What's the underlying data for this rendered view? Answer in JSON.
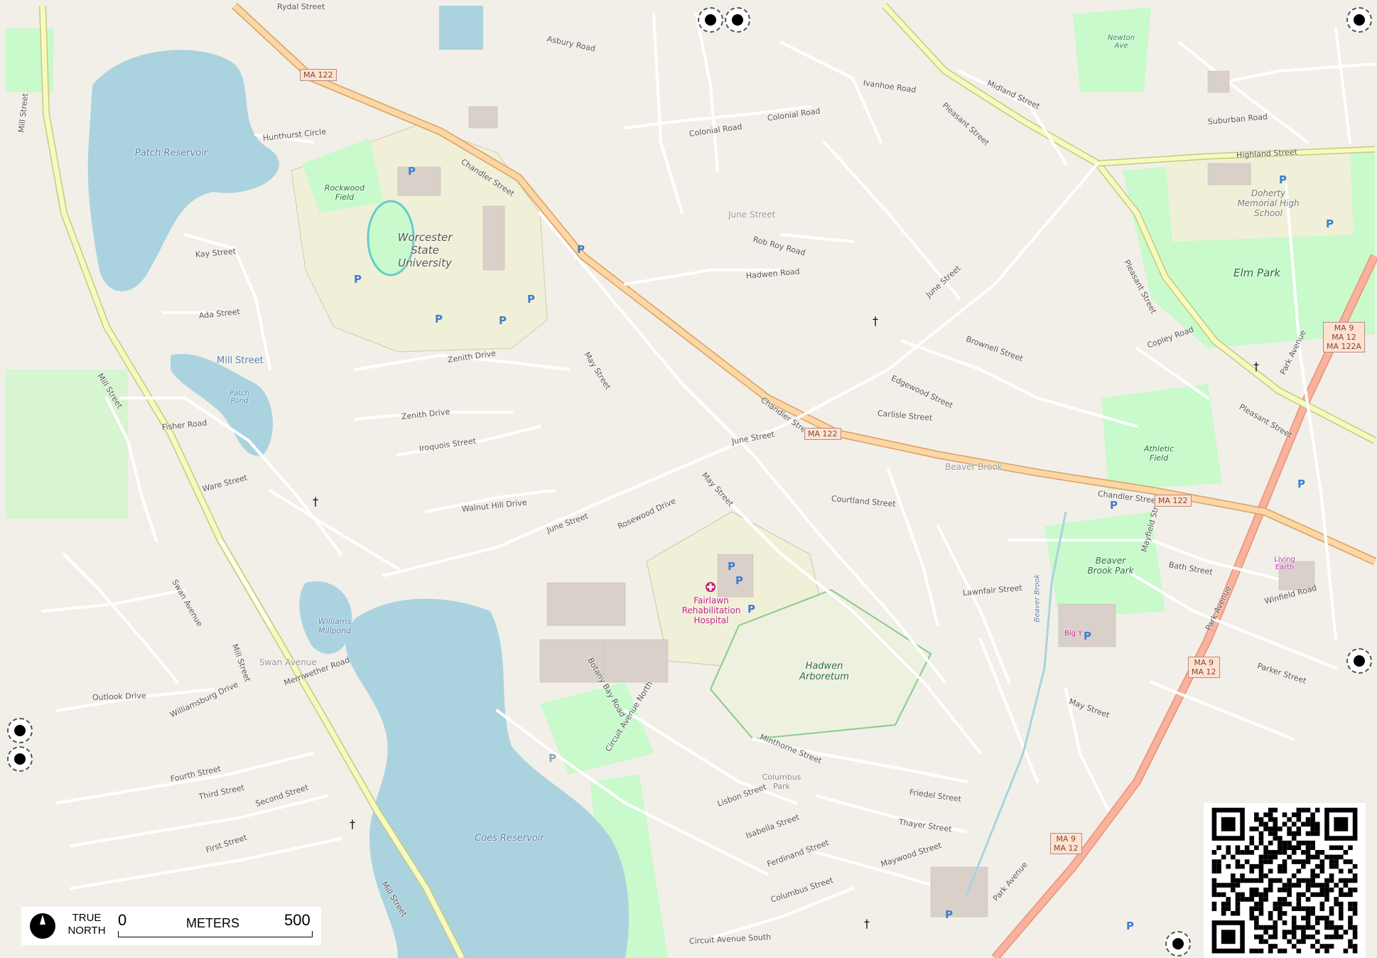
{
  "roads": {
    "highway_shield_122": "MA 122",
    "chandler_street": "Chandler Street",
    "pleasant_street": "Pleasant Street",
    "park_avenue": "Park Avenue",
    "mill_street": "Mill Street",
    "june_street": "June Street",
    "may_street": "May Street",
    "highland_street": "Highland Street",
    "rydal_street": "Rydal Street",
    "asbury_road": "Asbury Road",
    "colonial_road": "Colonial Road",
    "hadwen_road": "Hadwen Road",
    "rob_roy_road": "Rob Roy Road",
    "zenith_drive": "Zenith Drive",
    "iroquois_street": "Iroquois Street",
    "walnut_hill_drive": "Walnut Hill Drive",
    "rosewood_drive": "Rosewood Drive",
    "botany_bay_road": "Botany Bay Road",
    "swan_avenue": "Swan Avenue",
    "merriwether_road": "Merriwether Road",
    "outlook_drive": "Outlook Drive",
    "williamsburg_drive": "Williamsburg Drive",
    "fourth_street": "Fourth Street",
    "third_street": "Third Street",
    "second_street": "Second Street",
    "first_street": "First Street",
    "circuit_avenue_north": "Circuit Avenue North",
    "circuit_avenue_south": "Circuit Avenue South",
    "columbus_street": "Columbus Street",
    "ferdinand_street": "Ferdinand Street",
    "isabella_street": "Isabella Street",
    "lisbon_street": "Lisbon Street",
    "minthorne_street": "Minthorne Street",
    "brownell_street": "Brownell Street",
    "courtland_street": "Courtland Street",
    "lawnfair_street": "Lawnfair Street",
    "mayfield_street": "Mayfield Street",
    "winfield_road": "Winfield Road",
    "parker_street": "Parker Street",
    "bath_street": "Bath Street",
    "suburban_road": "Suburban Road",
    "midland_street": "Midland Street",
    "copley_road": "Copley Road",
    "kay_street": "Kay Street",
    "ada_street": "Ada Street",
    "fisher_road": "Fisher Road",
    "ware_street": "Ware Street",
    "hunthurst_circle": "Hunthurst Circle",
    "carlisle_street": "Carlisle Street",
    "edgewood_street": "Edgewood Street",
    "ivanhoe_road": "Ivanhoe Road",
    "maywood_street": "Maywood Street",
    "thayer_street": "Thayer Street",
    "friedel_street": "Friedel Street"
  },
  "shields": {
    "ma122_a": "MA 122",
    "ma122_b": "MA 122",
    "ma122_c": "MA 122",
    "ma9_12_122a": "MA 9\nMA 12\nMA 122A",
    "ma9_12_a": "MA 9\nMA 12",
    "ma9_12_b": "MA 9\nMA 12"
  },
  "places": {
    "worcester_state": "Worcester State University",
    "rockwood_field": "Rockwood Field",
    "patch_reservoir": "Patch Reservoir",
    "patch_pond": "Patch Pond",
    "mill_street_area": "Mill Street",
    "williams_millpond": "Williams Millpond",
    "coes_reservoir": "Coes Reservoir",
    "fairlawn_hospital": "Fairlawn Rehabilitation Hospital",
    "hadwen_arboretum": "Hadwen Arboretum",
    "columbus_park": "Columbus Park",
    "elm_park": "Elm Park",
    "doherty_high": "Doherty Memorial High School",
    "athletic_field": "Athletic Field",
    "beaver_brook_park": "Beaver Brook Park",
    "beaver_brook": "Beaver Brook",
    "beaver_brook_stream": "Beaver Brook",
    "big_y": "Big Y",
    "living_earth": "Living Earth",
    "newton_ave": "Newton Ave",
    "june_street_area": "June Street",
    "swan_avenue_area": "Swan Avenue"
  },
  "parking_symbol": "P",
  "church_symbol": "†",
  "scalebar": {
    "north_label": "TRUE NORTH",
    "zero": "0",
    "units": "METERS",
    "max": "500"
  },
  "colors": {
    "land": "#f2efe9",
    "water": "#aad3df",
    "park": "#c8facc",
    "university": "#f0f0d8",
    "primary_road": "#fcd6a4",
    "secondary_road": "#f7fabf",
    "trunk_road": "#f9b29c",
    "building": "#d9d0c9"
  }
}
